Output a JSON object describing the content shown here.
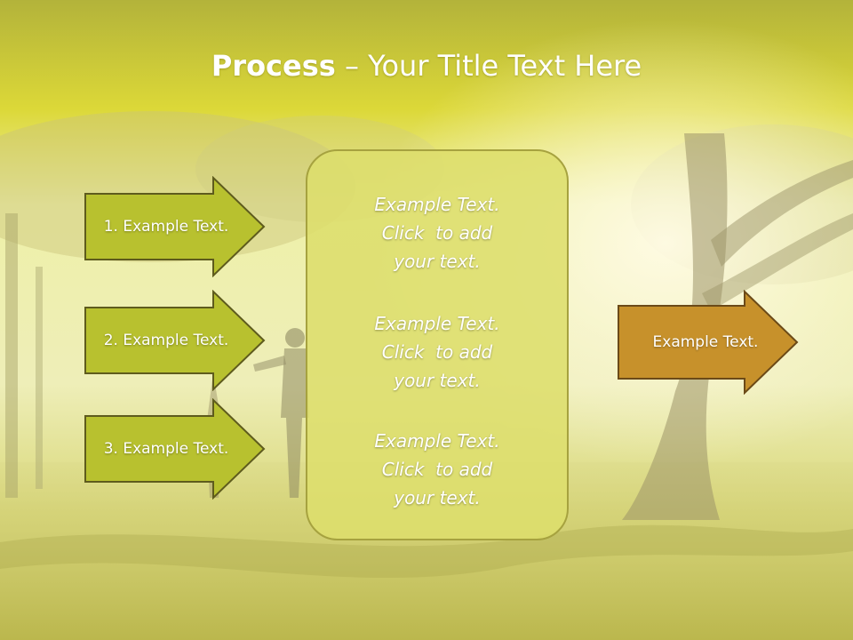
{
  "title": {
    "bold": "Process",
    "rest": " – Your Title Text Here"
  },
  "steps": [
    {
      "label": "1. Example Text."
    },
    {
      "label": "2. Example Text."
    },
    {
      "label": "3. Example Text."
    }
  ],
  "center_blocks": [
    {
      "line1": "Example Text.",
      "line2": "Click  to add",
      "line3": "your text."
    },
    {
      "line1": "Example Text.",
      "line2": "Click  to add",
      "line3": "your text."
    },
    {
      "line1": "Example Text.",
      "line2": "Click  to add",
      "line3": "your text."
    }
  ],
  "result": {
    "label": "Example Text."
  },
  "colors": {
    "step_fill": "#b8c12f",
    "step_border": "#5e5b1d",
    "result_fill": "#c7912b",
    "result_border": "#6b4a18",
    "center_fill": "#dcdd6c"
  }
}
